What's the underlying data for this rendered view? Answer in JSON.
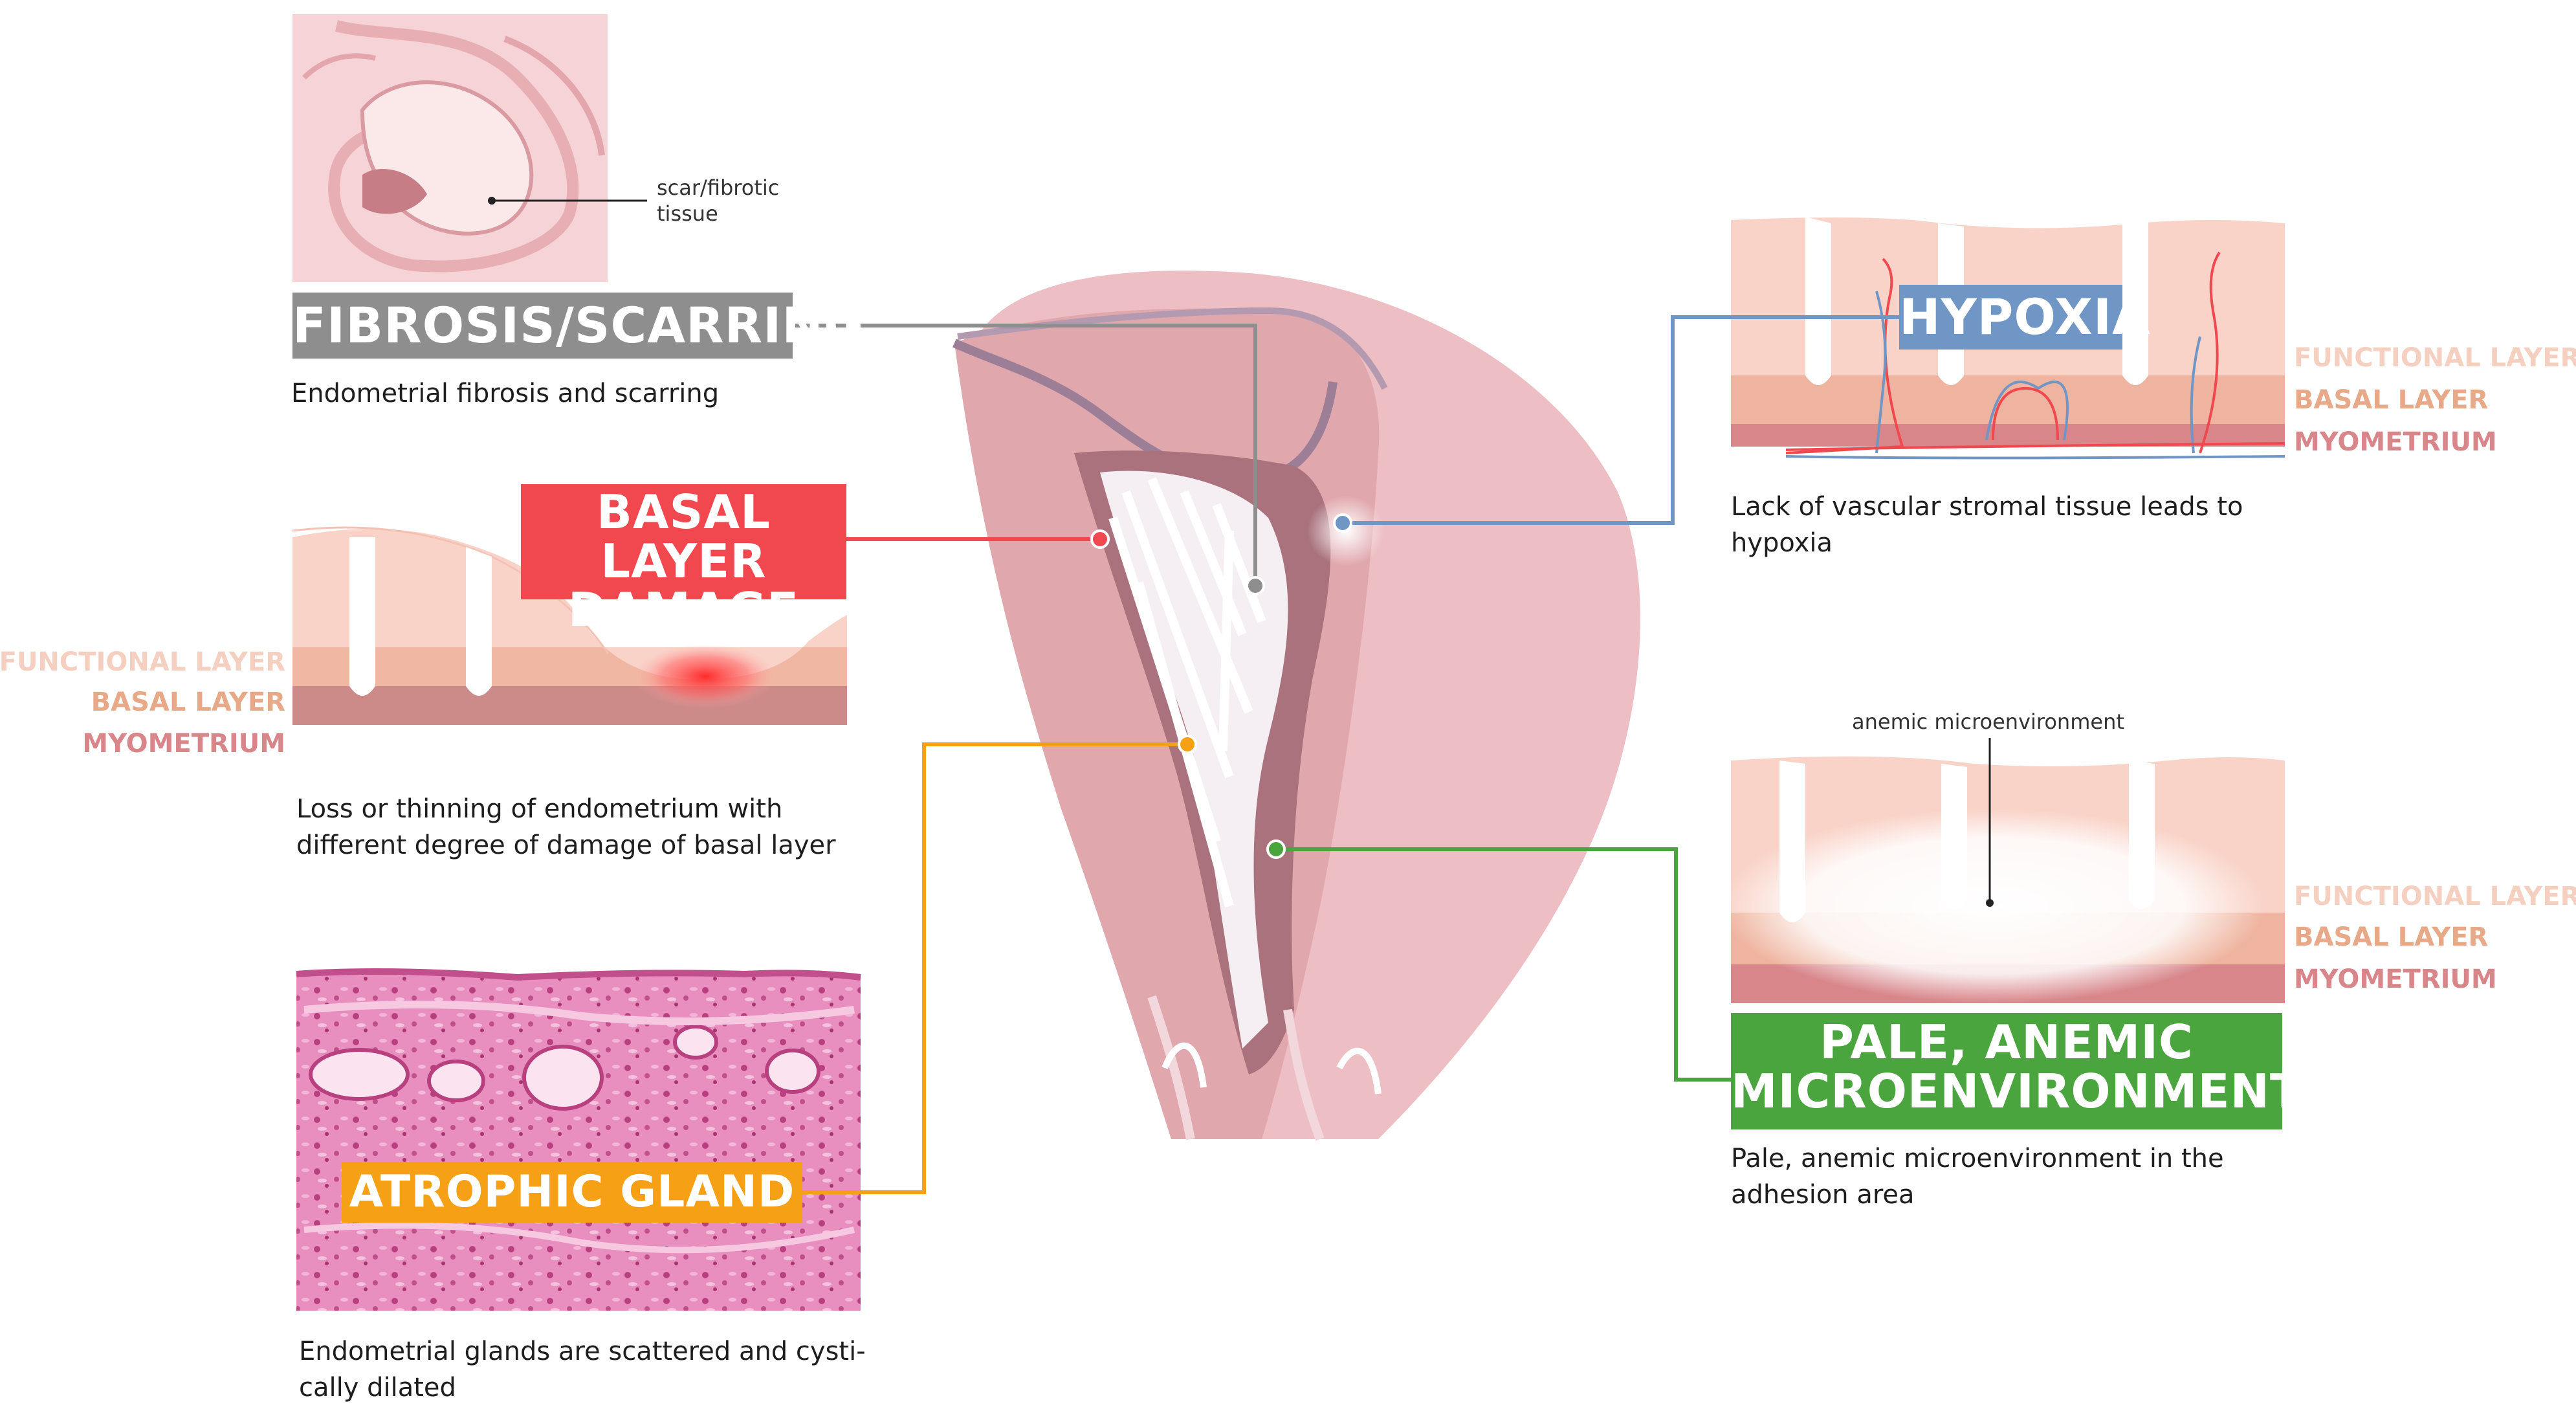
{
  "colors": {
    "fibrosis": "#8e8e8e",
    "basal": "#f0484e",
    "hypoxia": "#6f96c4",
    "atrophic": "#f6a115",
    "pale": "#4aa53e"
  },
  "fibrosis": {
    "label": "FIBROSIS/SCARRING",
    "description": "Endometrial fibrosis and scarring",
    "inset_note_line1": "scar/fibrotic",
    "inset_note_line2": "tissue"
  },
  "basal": {
    "label_line1": "BASAL LAYER",
    "label_line2": "DAMAGE",
    "description_line1": "Loss or thinning of endometrium with",
    "description_line2": "different degree of damage of basal layer"
  },
  "atrophic": {
    "label": "ATROPHIC GLAND",
    "description_line1": "Endometrial glands are scattered and cysti-",
    "description_line2": "cally dilated"
  },
  "hypoxia": {
    "label": "HYPOXIA",
    "description_line1": "Lack of vascular stromal tissue leads to",
    "description_line2": "hypoxia"
  },
  "pale": {
    "label_line1": "PALE, ANEMIC",
    "label_line2": "MICROENVIRONMENT",
    "description_line1": "Pale, anemic microenvironment in the",
    "description_line2": "adhesion area",
    "inset_note": "anemic microenvironment"
  },
  "layers": {
    "functional": "FUNCTIONAL LAYER",
    "basal": "BASAL LAYER",
    "myometrium": "MYOMETRIUM"
  }
}
